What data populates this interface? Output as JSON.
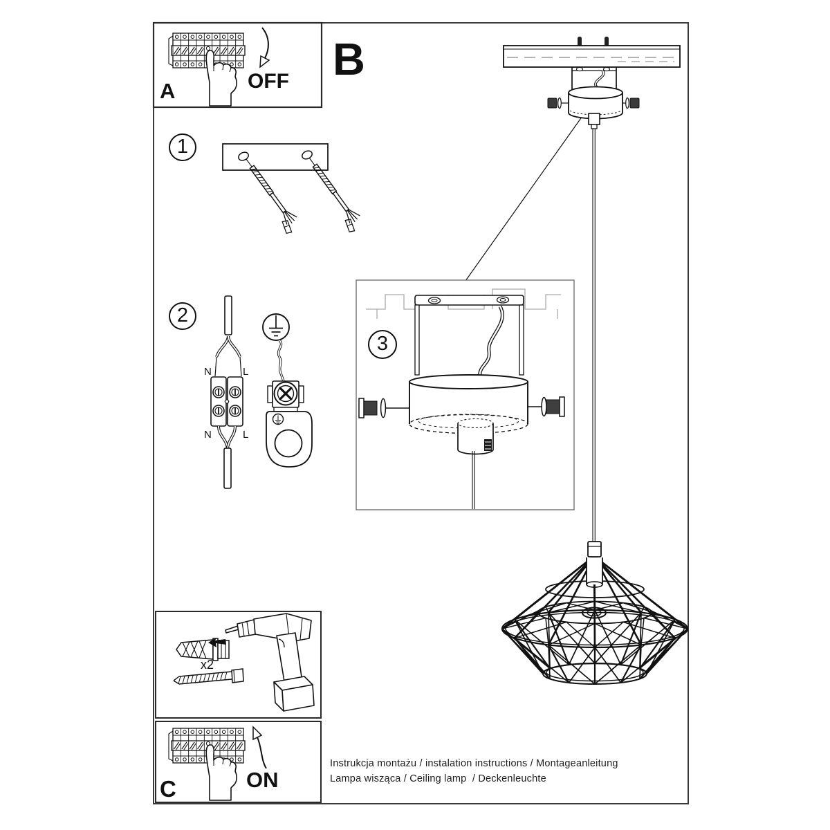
{
  "labels": {
    "panel_a": "A",
    "panel_b": "B",
    "panel_c": "C",
    "breaker_off": "OFF",
    "breaker_on": "ON",
    "step1": "1",
    "step2": "2",
    "step3": "3",
    "wire_n_top": "N",
    "wire_l_top": "L",
    "wire_n_bottom": "N",
    "wire_l_bottom": "L",
    "anchor_qty": "x2"
  },
  "footer": {
    "line1": "Instrukcja montażu / instalation instructions / Montageanleitung",
    "line2": "Lampa wisząca / Ceiling lamp  / Deckenleuchte"
  },
  "colors": {
    "ink": "#111111",
    "frame": "#3a3a3a",
    "muted": "#9a9a9a",
    "background": "#ffffff"
  }
}
